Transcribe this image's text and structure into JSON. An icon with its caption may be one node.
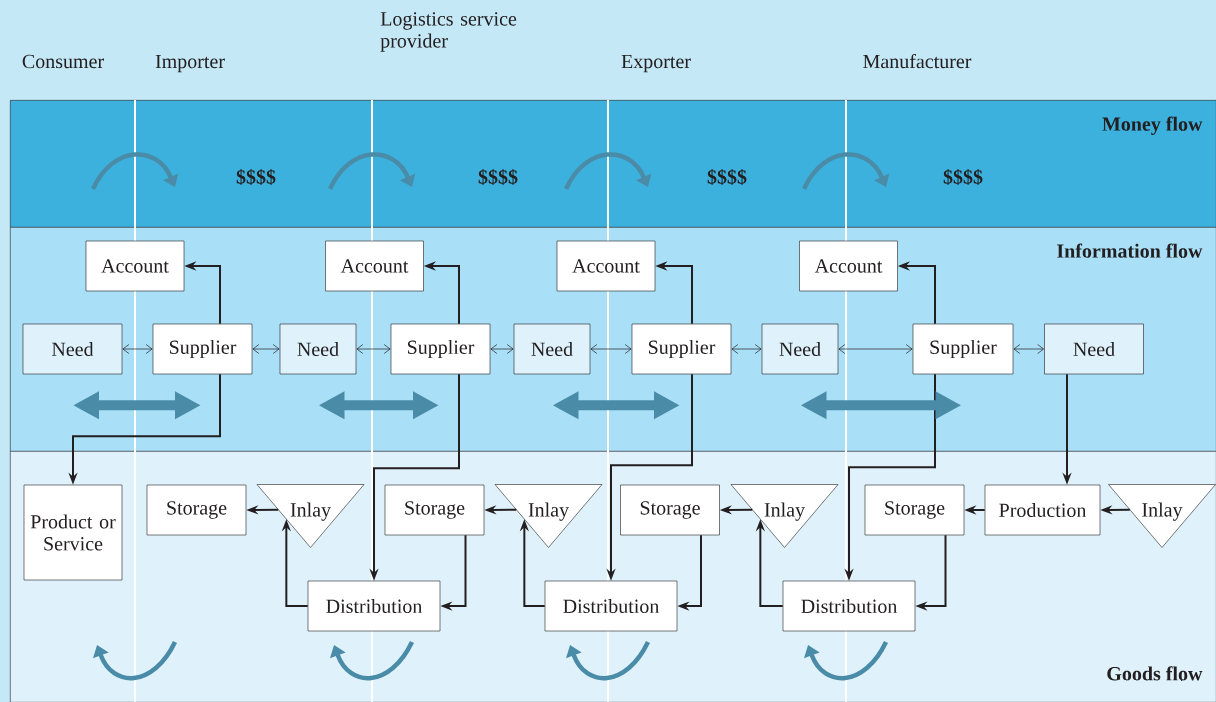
{
  "diagram": {
    "nodes": [
      {
        "text": [
          "Money flow"
        ]
      },
      {
        "text": [
          "Information flow"
        ]
      },
      {
        "text": [
          "Goods flow"
        ]
      },
      {
        "text": [
          "Account"
        ],
        "in": 1
      },
      {
        "text": [
          "Account"
        ],
        "in": 1
      },
      {
        "text": [
          "Account"
        ],
        "in": 1
      },
      {
        "text": [
          "Account"
        ],
        "in": 1
      },
      {
        "text": [
          "Need"
        ],
        "in": 1
      },
      {
        "text": [
          "Supplier"
        ],
        "in": 1
      },
      {
        "text": [
          "Need"
        ],
        "in": 1
      },
      {
        "text": [
          "Supplier"
        ],
        "in": 1
      },
      {
        "text": [
          "Need"
        ],
        "in": 1
      },
      {
        "text": [
          "Supplier"
        ],
        "in": 1
      },
      {
        "text": [
          "Need"
        ],
        "in": 1
      },
      {
        "text": [
          "Supplier"
        ],
        "in": 1
      },
      {
        "text": [
          "Need"
        ],
        "in": 1
      },
      {
        "text": [
          "Product or Service"
        ],
        "in": 2
      },
      {
        "text": [
          "Storage"
        ],
        "in": 2
      },
      {
        "text": [
          "Inlay"
        ],
        "in": 2
      },
      {
        "text": [
          "Distribution"
        ],
        "in": 2
      },
      {
        "text": [
          "Storage"
        ],
        "in": 2
      },
      {
        "text": [
          "Inlay"
        ],
        "in": 2
      },
      {
        "text": [
          "Distribution"
        ],
        "in": 2
      },
      {
        "text": [
          "Storage"
        ],
        "in": 2
      },
      {
        "text": [
          "Inlay"
        ],
        "in": 2
      },
      {
        "text": [
          "Distribution"
        ],
        "in": 2
      },
      {
        "text": [
          "Storage"
        ],
        "in": 2
      },
      {
        "text": [
          "Production"
        ],
        "in": 2
      },
      {
        "text": [
          "Inlay"
        ],
        "in": 2
      }
    ],
    "edges": [
      {
        "from": 7,
        "to": 8,
        "arrow": "both"
      },
      {
        "from": 8,
        "to": 9,
        "arrow": "both"
      },
      {
        "from": 9,
        "to": 10,
        "arrow": "both"
      },
      {
        "from": 10,
        "to": 11,
        "arrow": "both"
      },
      {
        "from": 11,
        "to": 12,
        "arrow": "both"
      },
      {
        "from": 12,
        "to": 13,
        "arrow": "both"
      },
      {
        "from": 13,
        "to": 14,
        "arrow": "both"
      },
      {
        "from": 14,
        "to": 15,
        "arrow": "both"
      },
      {
        "from": 8,
        "to": 3,
        "arrow": "to"
      },
      {
        "from": 10,
        "to": 4,
        "arrow": "to"
      },
      {
        "from": 12,
        "to": 5,
        "arrow": "to"
      },
      {
        "from": 14,
        "to": 6,
        "arrow": "to"
      },
      {
        "from": 8,
        "to": 16,
        "arrow": "to"
      },
      {
        "from": 10,
        "to": 19,
        "arrow": "to"
      },
      {
        "from": 12,
        "to": 22,
        "arrow": "to"
      },
      {
        "from": 14,
        "to": 25,
        "arrow": "to"
      },
      {
        "from": 15,
        "to": 27,
        "arrow": "to"
      },
      {
        "from": 18,
        "to": 17,
        "arrow": "to"
      },
      {
        "from": 21,
        "to": 20,
        "arrow": "to"
      },
      {
        "from": 24,
        "to": 23,
        "arrow": "to"
      },
      {
        "from": 27,
        "to": 26,
        "arrow": "to"
      },
      {
        "from": 28,
        "to": 27,
        "arrow": "to"
      },
      {
        "from": 19,
        "to": 18,
        "arrow": "to"
      },
      {
        "from": 22,
        "to": 21,
        "arrow": "to"
      },
      {
        "from": 25,
        "to": 24,
        "arrow": "to"
      },
      {
        "from": 20,
        "to": 19,
        "arrow": "to"
      },
      {
        "from": 23,
        "to": 22,
        "arrow": "to"
      },
      {
        "from": 26,
        "to": 25,
        "arrow": "to"
      },
      {
        "from": 7,
        "to": 8,
        "arrow": "both",
        "style": "thick",
        "color": "#4a8ca8"
      },
      {
        "from": 9,
        "to": 10,
        "arrow": "both",
        "style": "thick",
        "color": "#4a8ca8"
      },
      {
        "from": 11,
        "to": 12,
        "arrow": "both",
        "style": "thick",
        "color": "#4a8ca8"
      },
      {
        "from": 13,
        "to": 14,
        "arrow": "both",
        "style": "thick",
        "color": "#4a8ca8"
      }
    ],
    "labels": [
      "Consumer",
      "Importer",
      "Logistics service provider",
      "Exporter",
      "Manufacturer",
      "$$$$",
      "$$$$",
      "$$$$",
      "$$$$"
    ]
  }
}
